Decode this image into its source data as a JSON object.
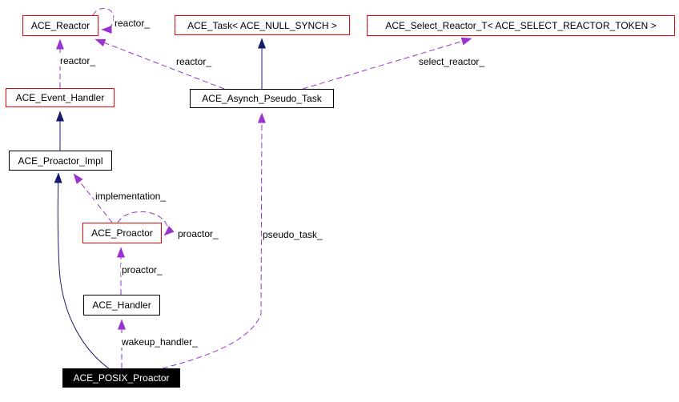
{
  "diagram": {
    "kind": "class-collaboration-diagram",
    "focus_class": "ACE_POSIX_Proactor",
    "colors": {
      "background": "#ffffff",
      "inheritance_edge": "#191970",
      "usage_edge": "#9a32cd",
      "referenced_node_border": "#ff0000",
      "plain_node_border": "#000000",
      "focus_node_background": "#000000",
      "focus_node_text": "#ffffff"
    },
    "nodes": {
      "reactor": {
        "label": "ACE_Reactor"
      },
      "task": {
        "label": "ACE_Task< ACE_NULL_SYNCH >"
      },
      "select_reactor": {
        "label": "ACE_Select_Reactor_T< ACE_SELECT_REACTOR_TOKEN >"
      },
      "event_handler": {
        "label": "ACE_Event_Handler"
      },
      "asynch_pseudo_task": {
        "label": "ACE_Asynch_Pseudo_Task"
      },
      "proactor_impl": {
        "label": "ACE_Proactor_Impl"
      },
      "proactor": {
        "label": "ACE_Proactor"
      },
      "handler": {
        "label": "ACE_Handler"
      },
      "posix_proactor": {
        "label": "ACE_POSIX_Proactor"
      }
    },
    "edge_labels": {
      "reactor_self": "reactor_",
      "event_handler_to_reactor": "reactor_",
      "pseudo_task_to_reactor": "reactor_",
      "select_reactor": "select_reactor_",
      "implementation": "implementation_",
      "proactor_self": "proactor_",
      "pseudo_task": "pseudo_task_",
      "handler_to_proactor": "proactor_",
      "wakeup_handler": "wakeup_handler_"
    }
  }
}
